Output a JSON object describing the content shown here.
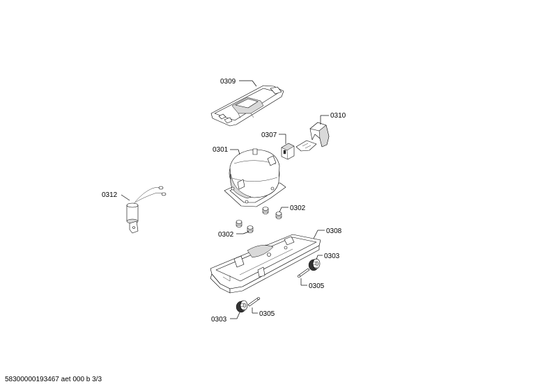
{
  "labels": {
    "p0309": "0309",
    "p0310": "0310",
    "p0307": "0307",
    "p0301": "0301",
    "p0312": "0312",
    "p0302a": "0302",
    "p0302b": "0302",
    "p0308": "0308",
    "p0303a": "0303",
    "p0305a": "0305",
    "p0303b": "0303",
    "p0305b": "0305"
  },
  "footer": "58300000193467 aet 000 b 3/3"
}
